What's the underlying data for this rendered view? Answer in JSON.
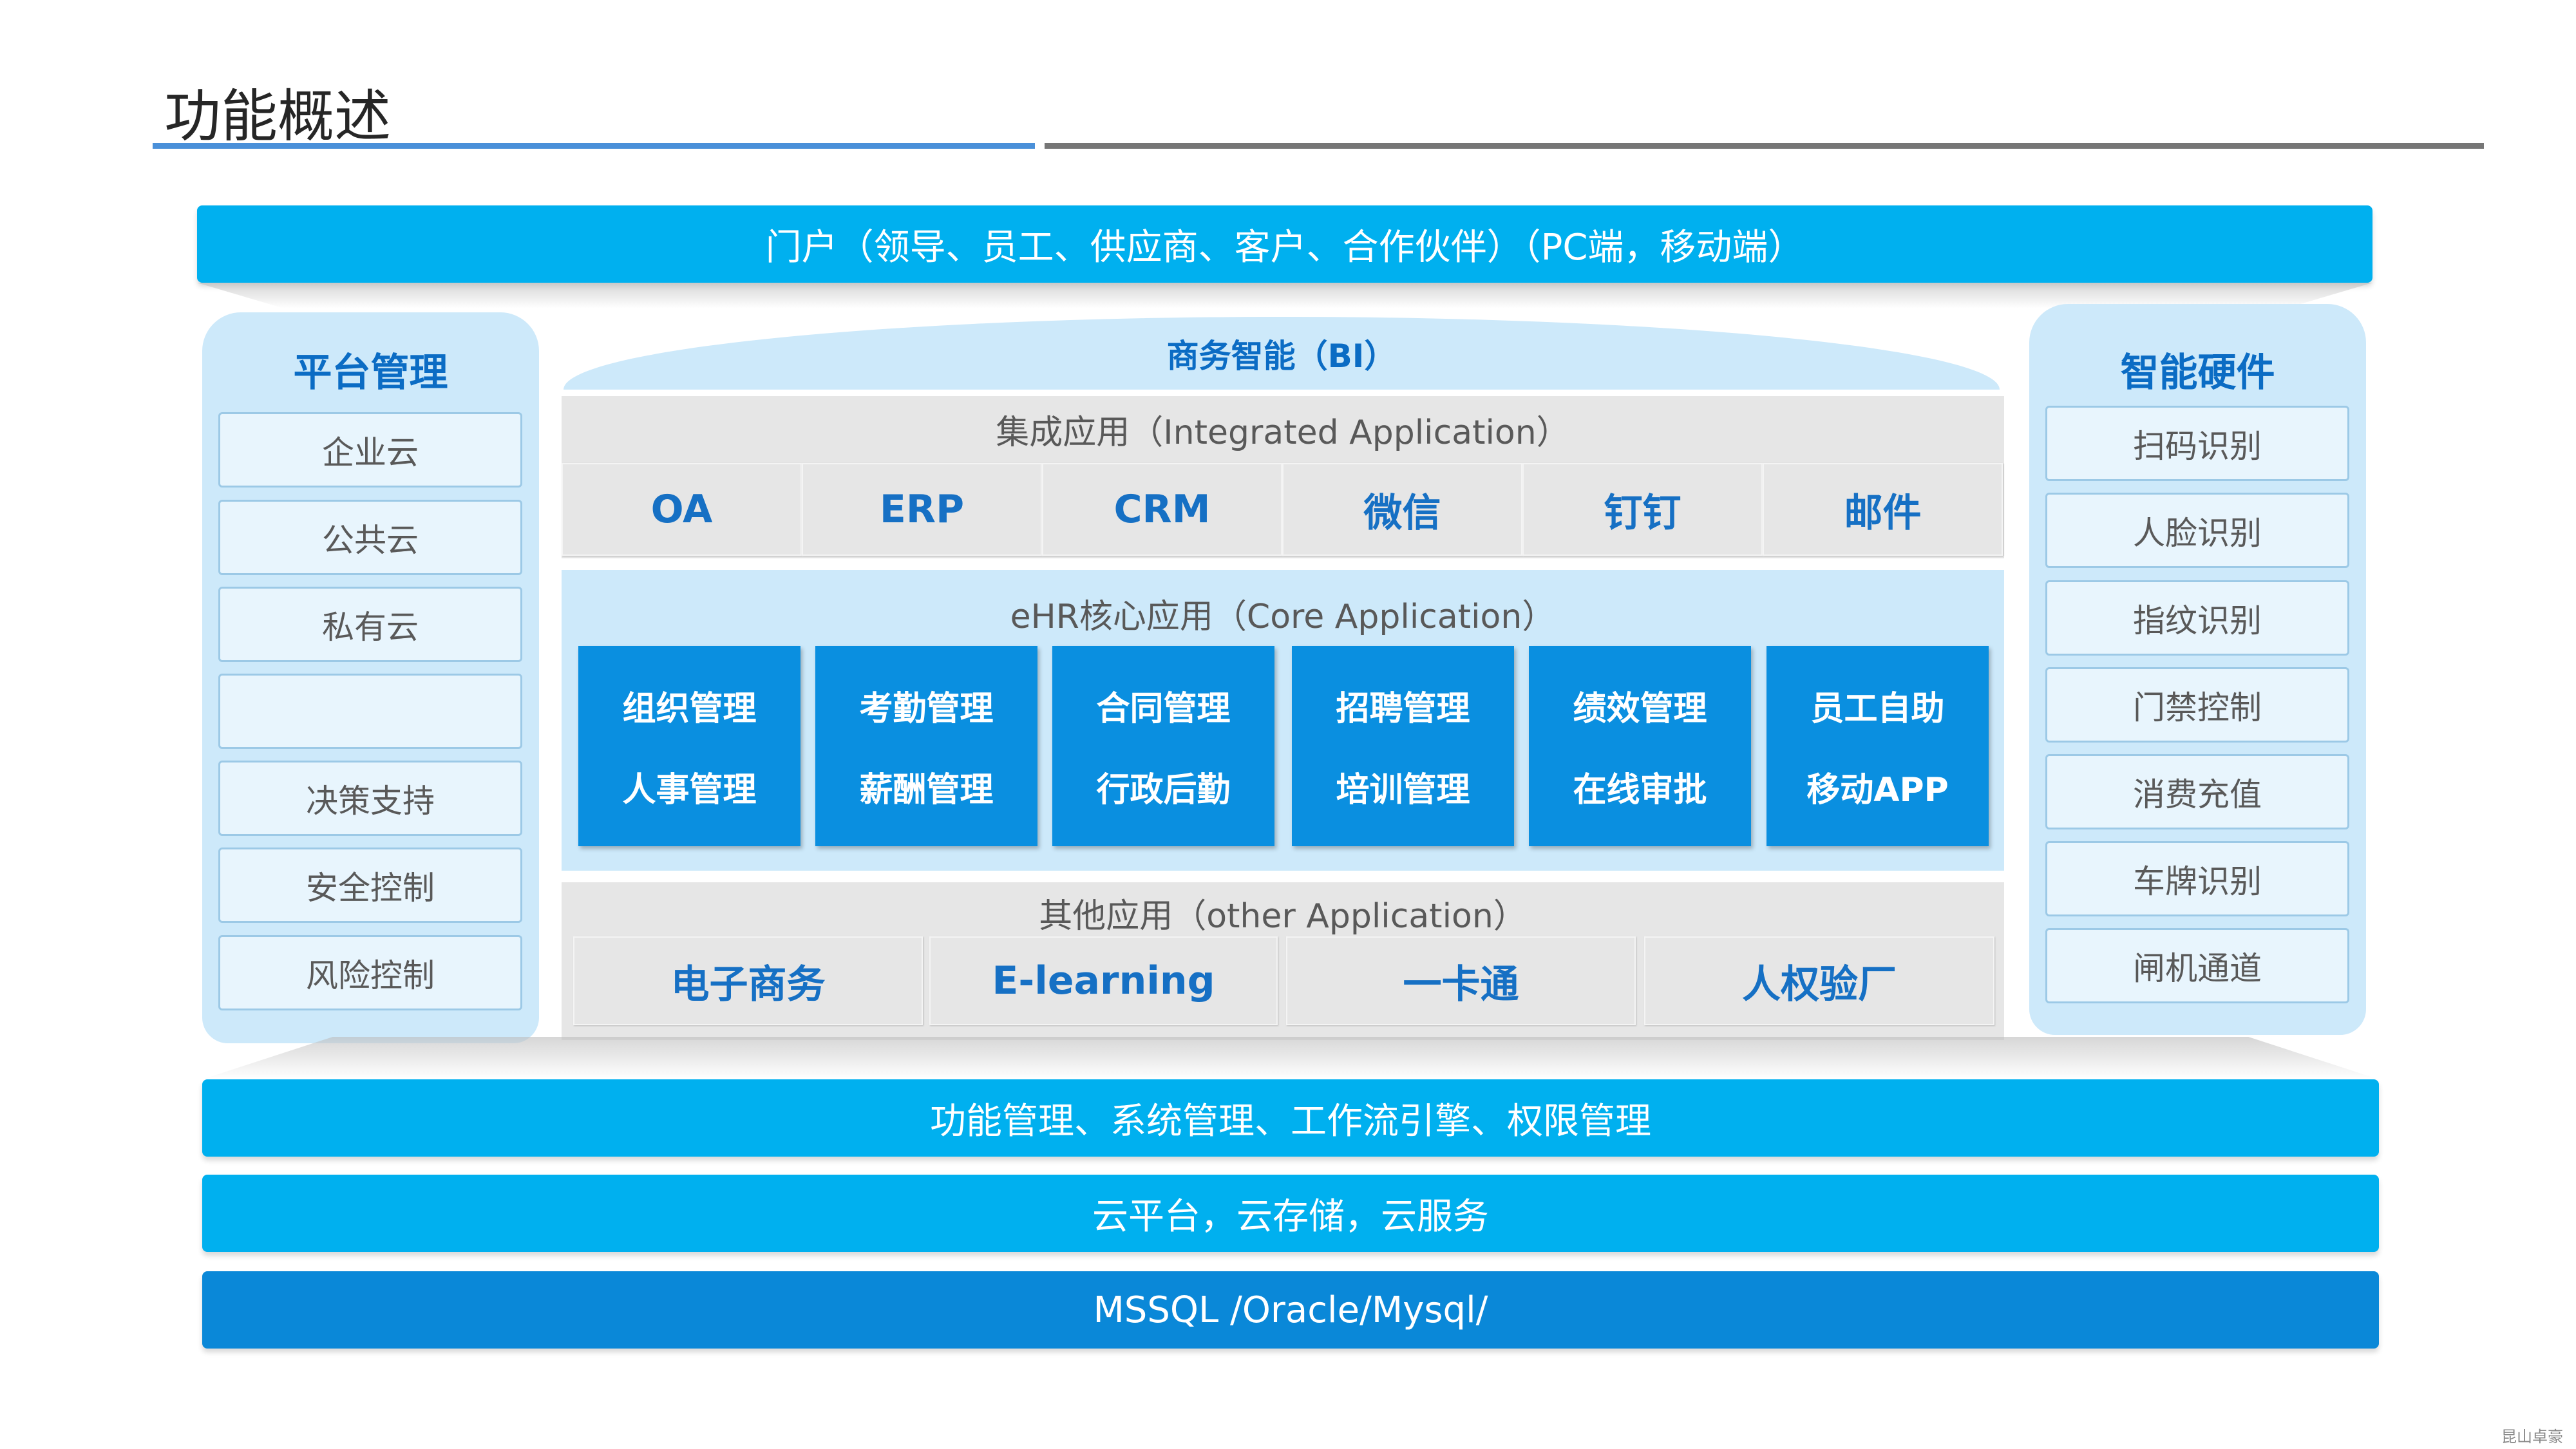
{
  "title": "功能概述",
  "portal": "门户（领导、员工、供应商、客户、合作伙伴）（PC端，移动端）",
  "left_panel": {
    "title": "平台管理",
    "items": [
      "企业云",
      "公共云",
      "私有云",
      "",
      "决策支持",
      "安全控制",
      "风险控制"
    ]
  },
  "right_panel": {
    "title": "智能硬件",
    "items": [
      "扫码识别",
      "人脸识别",
      "指纹识别",
      "门禁控制",
      "消费充值",
      "车牌识别",
      "闸机通道"
    ]
  },
  "bi": "商务智能（BI）",
  "integrated": {
    "title": "集成应用（Integrated Application）",
    "items": [
      "OA",
      "ERP",
      "CRM",
      "微信",
      "钉钉",
      "邮件"
    ]
  },
  "core": {
    "title": "eHR核心应用（Core Application）",
    "items": [
      [
        "组织管理",
        "人事管理"
      ],
      [
        "考勤管理",
        "薪酬管理"
      ],
      [
        "合同管理",
        "行政后勤"
      ],
      [
        "招聘管理",
        "培训管理"
      ],
      [
        "绩效管理",
        "在线审批"
      ],
      [
        "员工自助",
        "移动APP"
      ]
    ]
  },
  "other": {
    "title": "其他应用（other Application）",
    "items": [
      "电子商务",
      "E-learning",
      "一卡通",
      "人权验厂"
    ]
  },
  "bars": [
    "功能管理、系统管理、工作流引擎、权限管理",
    "云平台，云存储，云服务",
    "MSSQL /Oracle/Mysql/"
  ],
  "watermark": "昆山卓豪"
}
